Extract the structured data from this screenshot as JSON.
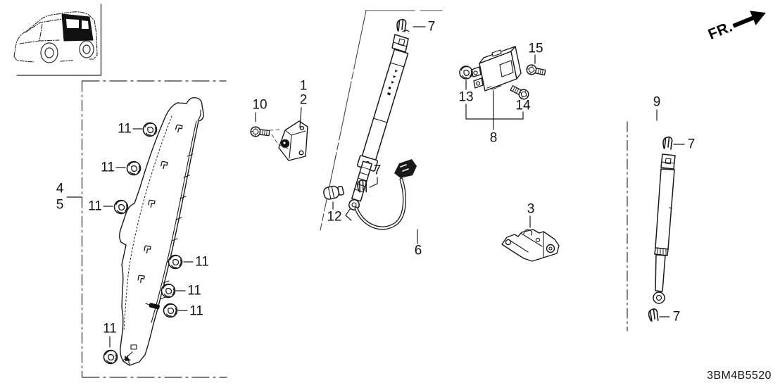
{
  "diagram": {
    "code": "3BM4B5520",
    "direction_indicator": "FR.",
    "ink_color": "#1a1a1a",
    "background_color": "#ffffff"
  },
  "refs": {
    "1": "1",
    "2": "2",
    "3": "3",
    "4": "4",
    "5": "5",
    "6": "6",
    "7": "7",
    "8": "8",
    "9": "9",
    "10": "10",
    "11": "11",
    "12": "12",
    "13": "13",
    "14": "14",
    "15": "15"
  }
}
